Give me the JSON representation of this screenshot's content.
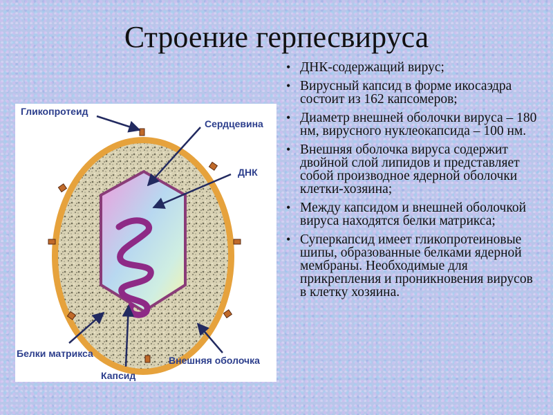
{
  "slide": {
    "title": "Строение герпесвируса"
  },
  "diagram": {
    "labels": {
      "glycoprotein": "Гликопротеид",
      "core": "Сердцевина",
      "dna": "ДНК",
      "matrix_proteins": "Белки матрикса",
      "capsid": "Капсид",
      "outer_envelope": "Внешняя оболочка"
    },
    "colors": {
      "label_text": "#2c3e8c",
      "envelope_ring": "#e6a23c",
      "capsid_outline": "#8a3c78",
      "dna_strand": "#8e2a86",
      "arrow": "#222a60"
    }
  },
  "bullets": [
    "ДНК-содержащий вирус;",
    "Вирусный капсид в форме икосаэдра состоит из 162 капсомеров;",
    "Диаметр внешней оболочки вируса – 180 нм, вирусного нуклеокапсида – 100 нм.",
    "Внешняя оболочка вируса содержит двойной слой липидов и представляет собой производное ядерной оболочки клетки-хозяина;",
    "Между капсидом и внешней оболочкой вируса находятся белки матрикса;",
    "Суперкапсид имеет гликопротеиновые шипы, образованные белками ядерной мембраны. Необходимые для прикрепления и проникновения вирусов в клетку хозяина."
  ]
}
